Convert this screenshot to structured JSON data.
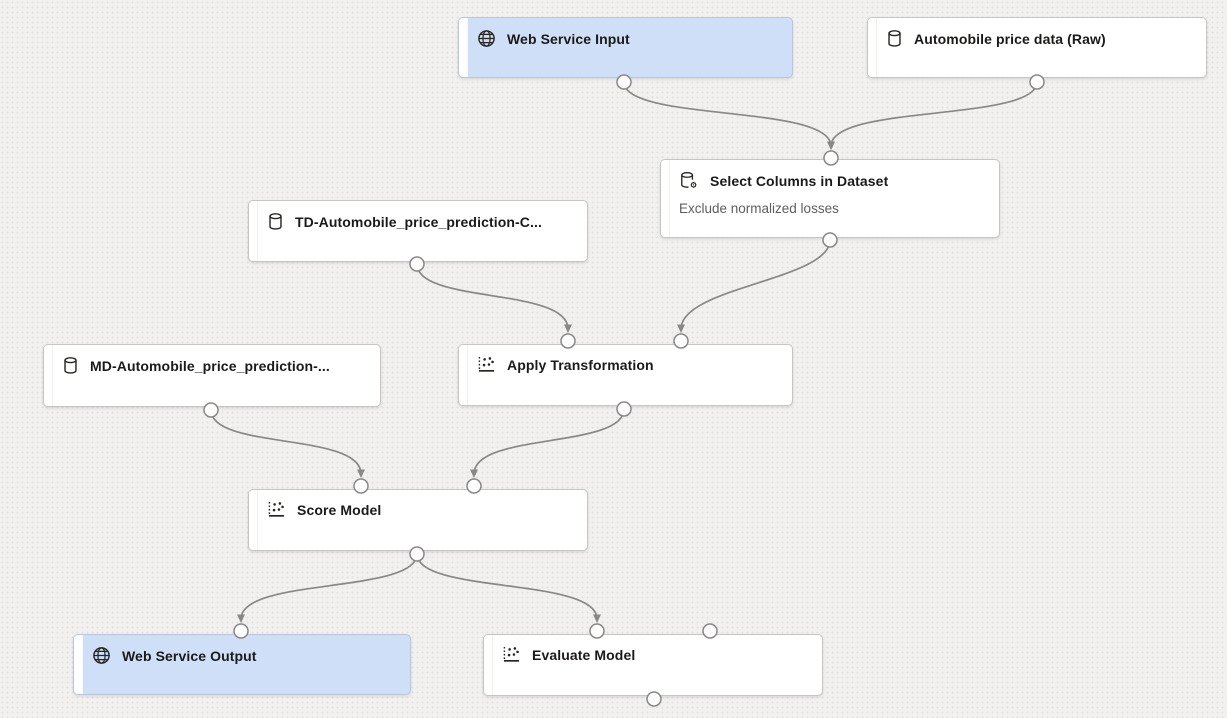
{
  "app": "pipeline-designer-canvas",
  "colors": {
    "canvas_bg": "#f2f1f0",
    "node_bg": "#ffffff",
    "node_blue_bg": "#cedff7",
    "node_border": "#c7c5c3",
    "edge": "#8a8886",
    "port_fill": "#fefefe",
    "title_text": "#1b1a19",
    "subtitle_text": "#605e5c"
  },
  "nodes": [
    {
      "id": "web-service-input",
      "title": "Web Service Input",
      "icon": "globe-icon",
      "variant": "blue"
    },
    {
      "id": "automobile-price-data",
      "title": "Automobile price data (Raw)",
      "icon": "database-icon",
      "variant": "white"
    },
    {
      "id": "select-columns",
      "title": "Select Columns in Dataset",
      "subtitle": "Exclude normalized losses",
      "icon": "database-gear-icon",
      "variant": "white"
    },
    {
      "id": "td-dataset",
      "title": "TD-Automobile_price_prediction-C...",
      "icon": "database-icon",
      "variant": "white"
    },
    {
      "id": "md-dataset",
      "title": "MD-Automobile_price_prediction-...",
      "icon": "database-icon",
      "variant": "white"
    },
    {
      "id": "apply-transformation",
      "title": "Apply Transformation",
      "icon": "scatter-icon",
      "variant": "white"
    },
    {
      "id": "score-model",
      "title": "Score Model",
      "icon": "scatter-icon",
      "variant": "white"
    },
    {
      "id": "web-service-output",
      "title": "Web Service Output",
      "icon": "globe-icon",
      "variant": "blue"
    },
    {
      "id": "evaluate-model",
      "title": "Evaluate Model",
      "icon": "scatter-icon",
      "variant": "white"
    }
  ],
  "edges": [
    {
      "from": "web-service-input",
      "to": "select-columns"
    },
    {
      "from": "automobile-price-data",
      "to": "select-columns"
    },
    {
      "from": "select-columns",
      "to": "apply-transformation"
    },
    {
      "from": "td-dataset",
      "to": "apply-transformation"
    },
    {
      "from": "apply-transformation",
      "to": "score-model"
    },
    {
      "from": "md-dataset",
      "to": "score-model"
    },
    {
      "from": "score-model",
      "to": "web-service-output"
    },
    {
      "from": "score-model",
      "to": "evaluate-model"
    }
  ]
}
